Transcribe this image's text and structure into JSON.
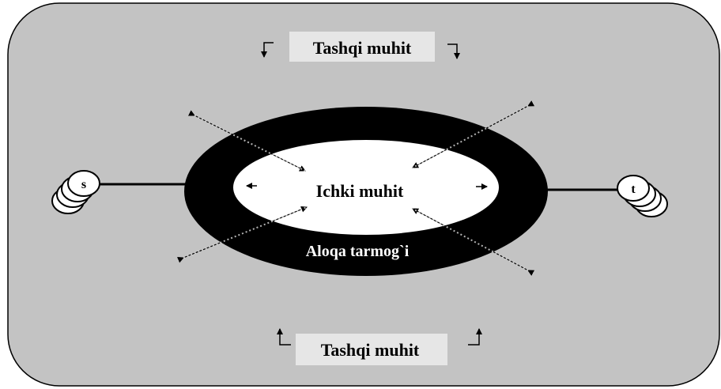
{
  "labels": {
    "outer_top": "Tashqi muhit",
    "outer_bottom": "Tashqi muhit",
    "inner": "Ichki muhit",
    "ring": "Aloqa tarmog`i",
    "node_left": "s",
    "node_right": "t"
  },
  "colors": {
    "panel": "#c3c3c3",
    "label_bg": "#e6e6e6",
    "ring": "#000000",
    "inner": "#ffffff"
  }
}
